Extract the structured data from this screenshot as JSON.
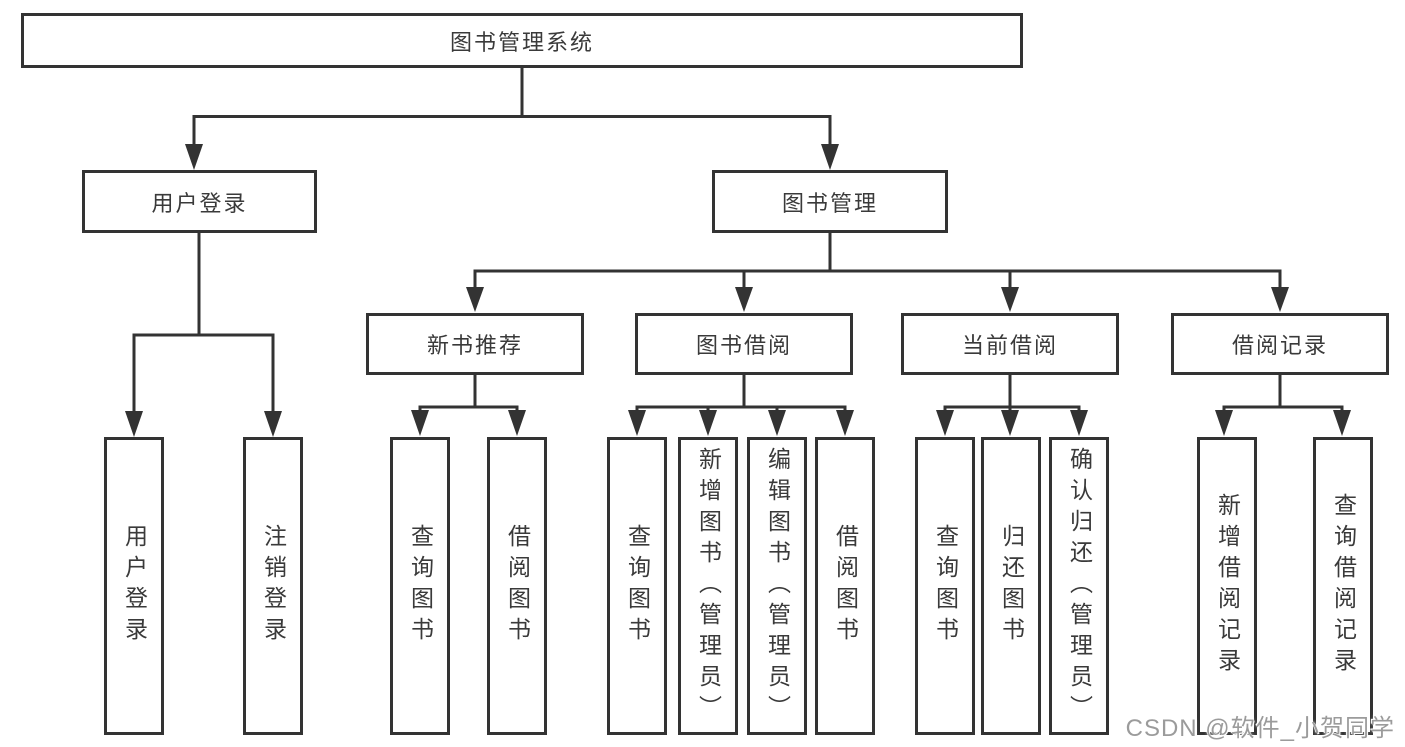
{
  "diagram": {
    "root": {
      "label": "图书管理系统"
    },
    "level2": [
      {
        "label": "用户登录"
      },
      {
        "label": "图书管理"
      }
    ],
    "branches": [
      {
        "label": "新书推荐"
      },
      {
        "label": "图书借阅"
      },
      {
        "label": "当前借阅"
      },
      {
        "label": "借阅记录"
      }
    ],
    "leaves": [
      {
        "label": "用户登录"
      },
      {
        "label": "注销登录"
      },
      {
        "label": "查询图书"
      },
      {
        "label": "借阅图书"
      },
      {
        "label": "查询图书"
      },
      {
        "label": "新增图书（管理员）"
      },
      {
        "label": "编辑图书（管理员）"
      },
      {
        "label": "借阅图书"
      },
      {
        "label": "查询图书"
      },
      {
        "label": "归还图书"
      },
      {
        "label": "确认归还（管理员）"
      },
      {
        "label": "新增借阅记录"
      },
      {
        "label": "查询借阅记录"
      }
    ],
    "line_color": "#333333"
  },
  "watermark": {
    "text": "CSDN @软件_小贺同学"
  }
}
